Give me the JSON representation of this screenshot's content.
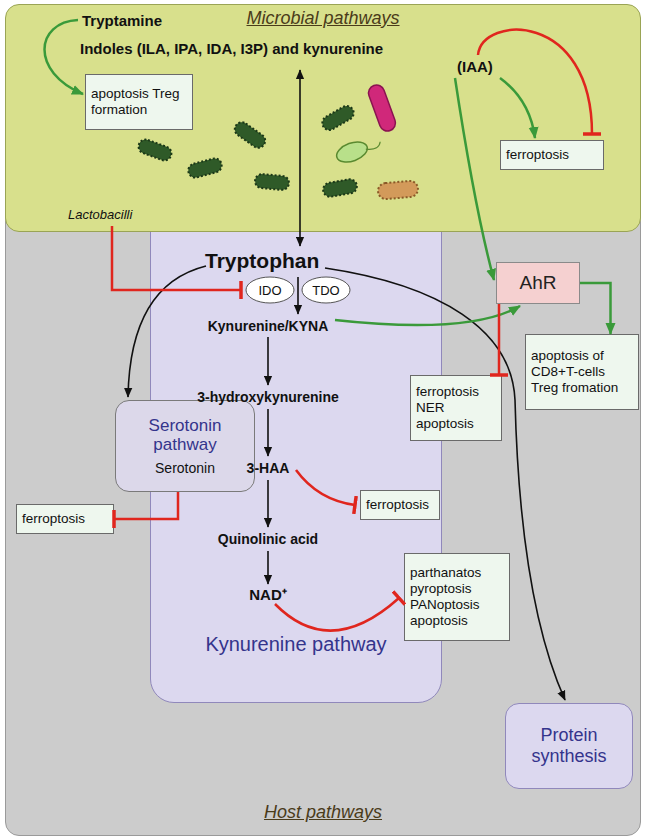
{
  "diagram": {
    "nodes": [
      {
        "text": [
          "Microbial pathways"
        ]
      },
      {
        "text": [
          "apoptosis Treg formation"
        ],
        "in": 0
      },
      {
        "text": [
          "ferroptosis"
        ],
        "in": 0
      },
      {
        "text": [
          "Host pathways"
        ]
      },
      {
        "text": [
          "AhR"
        ],
        "in": 3
      },
      {
        "text": [
          "Kynurenine pathway"
        ],
        "in": 3
      },
      {
        "text": [
          "IDO"
        ],
        "in": 5
      },
      {
        "text": [
          "TDO"
        ],
        "in": 5
      },
      {
        "text": [
          "Serotonin pathway",
          "Serotonin"
        ],
        "in": 3
      },
      {
        "text": [
          "ferroptosis"
        ],
        "in": 3
      },
      {
        "text": [
          "apoptosis of CD8+T-cells Treg fromation"
        ],
        "in": 3
      },
      {
        "text": [
          "ferroptosis NER apoptosis"
        ],
        "in": 3
      },
      {
        "text": [
          "ferroptosis"
        ],
        "in": 5
      },
      {
        "text": [
          "parthanatos pyroptosis PANoptosis apoptosis"
        ],
        "in": 3
      },
      {
        "text": [
          "Protein synthesis"
        ],
        "in": 3
      }
    ],
    "edges": [
      {
        "from": 4,
        "to": 10,
        "arrow": "to"
      },
      {
        "from": 4,
        "to": 11,
        "arrow": "to"
      },
      {
        "from": 8,
        "to": 9,
        "arrow": "to"
      }
    ],
    "labels": [
      "Tryptamine",
      "Indoles (ILA, IPA, IDA, I3P) and kynurenine",
      "(IAA)",
      "Lactobacilli",
      "Tryptophan",
      "Kynurenine/KYNA",
      "3-hydroxykynurenine",
      "3-HAA",
      "Quinolinic acid",
      "NAD⁺"
    ]
  }
}
